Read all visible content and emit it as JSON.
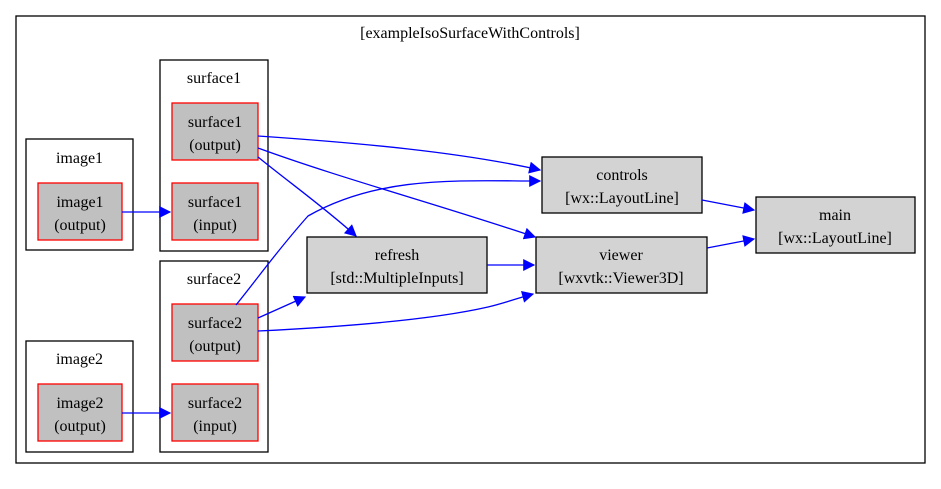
{
  "graph": {
    "title": "[exampleIsoSurfaceWithControls]",
    "clusters": {
      "image1": "image1",
      "image2": "image2",
      "surface1": "surface1",
      "surface2": "surface2"
    },
    "ports": {
      "image1_output": [
        "image1",
        "(output)"
      ],
      "image2_output": [
        "image2",
        "(output)"
      ],
      "surface1_output": [
        "surface1",
        "(output)"
      ],
      "surface1_input": [
        "surface1",
        "(input)"
      ],
      "surface2_output": [
        "surface2",
        "(output)"
      ],
      "surface2_input": [
        "surface2",
        "(input)"
      ]
    },
    "nodes": {
      "refresh": [
        "refresh",
        "[std::MultipleInputs]"
      ],
      "controls": [
        "controls",
        "[wx::LayoutLine]"
      ],
      "viewer": [
        "viewer",
        "[wxvtk::Viewer3D]"
      ],
      "main": [
        "main",
        "[wx::LayoutLine]"
      ]
    }
  },
  "colors": {
    "edge": "#0000ff",
    "port_fill": "#c0c0c0",
    "port_border": "#ff0000",
    "node_fill": "#d3d3d3",
    "border": "#000000"
  }
}
